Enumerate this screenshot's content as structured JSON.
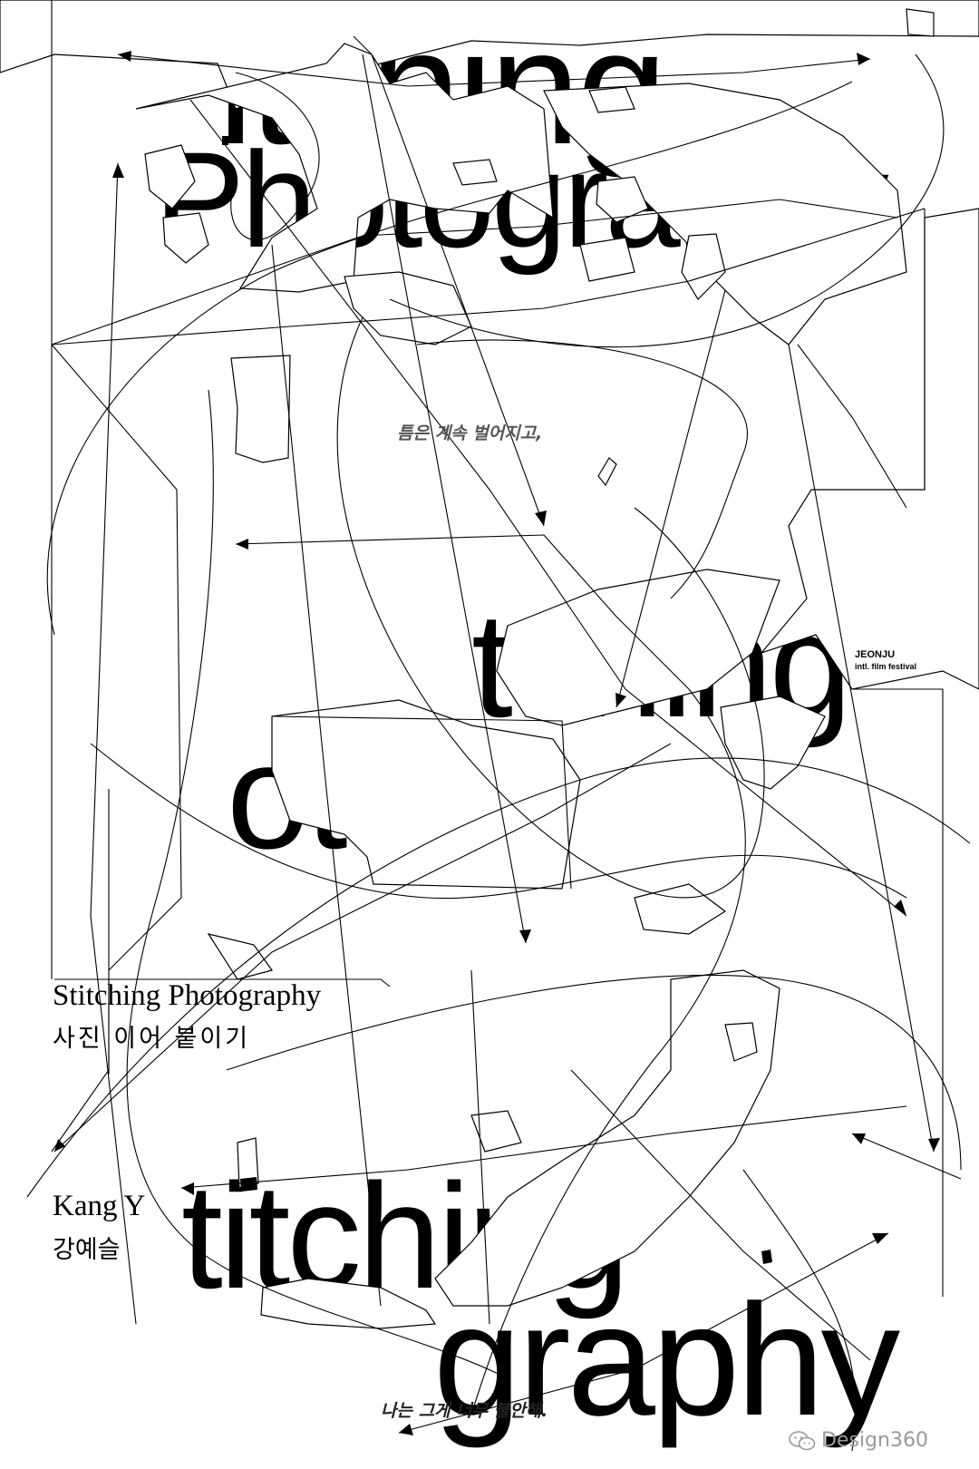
{
  "poster": {
    "background": "#ffffff",
    "ink_color": "#000000",
    "large_type": [
      "itching",
      "Photography",
      "tching",
      "otogr",
      "titching",
      "graphy"
    ],
    "quote_top": "틈은 계속 벌어지고,",
    "quote_bottom": "나는 그게 너무 불안해.",
    "title_en": "Stitching Photography",
    "title_ko": "사진 이어 붙이기",
    "author_en": "Kang Y",
    "author_ko": "강예슬",
    "festival_name": "JEONJU",
    "festival_sub": "intl. film festival",
    "watermark_text": "Design360",
    "watermark_icon": "wechat-icon",
    "watermark_color": "#9a9a9a"
  }
}
